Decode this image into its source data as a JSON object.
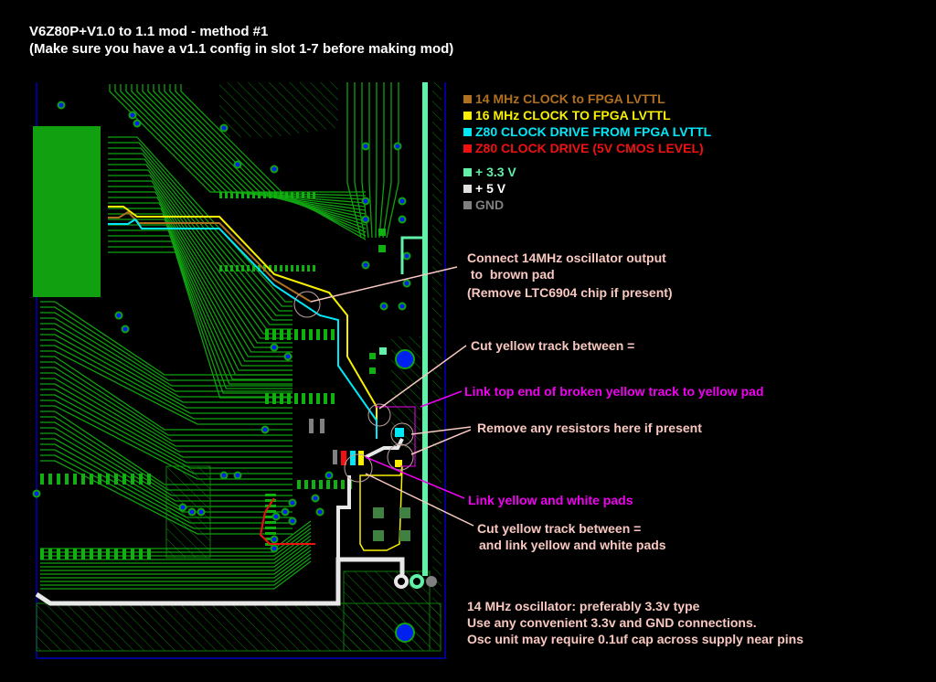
{
  "title": {
    "line1": "V6Z80P+V1.0 to 1.1 mod - method #1",
    "line2": "(Make sure you have a v1.1 config in slot 1-7 before making mod)"
  },
  "legend": {
    "items": [
      {
        "label": "14 MHz CLOCK to FPGA LVTTL",
        "color": "#b07020"
      },
      {
        "label": "16 MHz CLOCK  TO FPGA LVTTL",
        "color": "#f8f000"
      },
      {
        "label": "Z80 CLOCK DRIVE  FROM FPGA LVTTL",
        "color": "#00e8f8"
      },
      {
        "label": "Z80 CLOCK DRIVE  (5V CMOS LEVEL)",
        "color": "#f01010"
      }
    ],
    "power": [
      {
        "label": "+ 3.3 V",
        "color": "#60f0a8"
      },
      {
        "label": "+ 5 V",
        "color": "#e0e0e0"
      },
      {
        "label": "GND",
        "color": "#808080"
      }
    ]
  },
  "notes": {
    "connect_osc": {
      "line1": "Connect 14MHz oscillator output",
      "line2": " to  brown pad",
      "line3": "(Remove LTC6904 chip if present)"
    },
    "cut_yellow": "Cut yellow track between =",
    "link_top": "Link top end of broken yellow track to yellow pad",
    "remove_resistors": "Remove any resistors here if present",
    "link_yellow_white": "Link yellow and white pads",
    "cut_and_link": {
      "line1": "Cut yellow track between =",
      "line2": "and link yellow and white pads"
    },
    "osc_info": {
      "line1": "14 MHz oscillator: preferably 3.3v type",
      "line2": "Use any convenient 3.3v and GND connections.",
      "line3": "Osc unit may require 0.1uf cap across supply near pins"
    }
  },
  "colors": {
    "board_trace": "#10a010",
    "board_pad": "#10b010",
    "via": "#0020f0",
    "edge": "#0000c0",
    "annotation_pink": "#f8c8c0",
    "annotation_magenta": "#f000f0"
  }
}
